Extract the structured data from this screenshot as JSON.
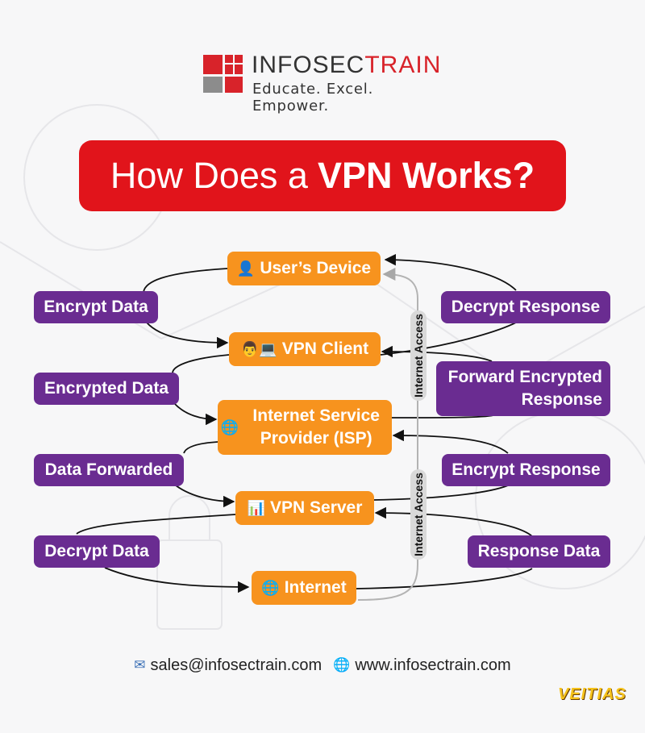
{
  "logo": {
    "name_dark": "INFOSEC",
    "name_red": "TRAIN",
    "tagline": "Educate. Excel. Empower."
  },
  "title": {
    "light": "How Does a",
    "bold": "VPN Works?"
  },
  "nodes": {
    "user_device": {
      "icon": "👤",
      "label": "User’s Device"
    },
    "vpn_client": {
      "icon": "👨💻",
      "label": "VPN Client"
    },
    "isp": {
      "icon": "🌐",
      "label": "Internet Service Provider (ISP)"
    },
    "vpn_server": {
      "icon": "📊",
      "label": "VPN Server"
    },
    "internet": {
      "icon": "🌐",
      "label": "Internet"
    }
  },
  "left_steps": [
    "Encrypt Data",
    "Encrypted Data",
    "Data Forwarded",
    "Decrypt Data"
  ],
  "right_steps": [
    "Decrypt Response",
    "Forward Encrypted Response",
    "Encrypt Response",
    "Response Data"
  ],
  "access_label": "Internet Access",
  "footer": {
    "email_icon": "email-icon",
    "email": "sales@infosectrain.com",
    "web_icon": "globe-icon",
    "website": "www.infosectrain.com",
    "brand_mark": "VEITIAS"
  },
  "colors": {
    "banner": "#e1141b",
    "node": "#f7931e",
    "step": "#6a2c91",
    "access": "#d9d9d9"
  }
}
